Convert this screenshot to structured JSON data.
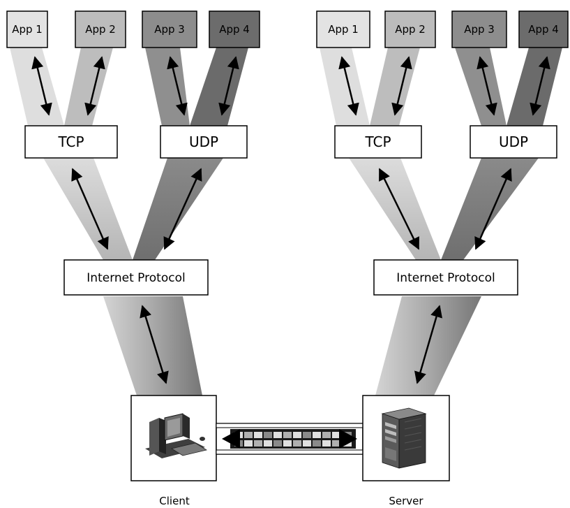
{
  "client": {
    "apps": [
      "App 1",
      "App 2",
      "App 3",
      "App 4"
    ],
    "tcp": "TCP",
    "udp": "UDP",
    "ip": "Internet Protocol",
    "label": "Client"
  },
  "server": {
    "apps": [
      "App 1",
      "App 2",
      "App 3",
      "App 4"
    ],
    "tcp": "TCP",
    "udp": "UDP",
    "ip": "Internet Protocol",
    "label": "Server"
  },
  "colors": {
    "app1": "#e0e0e0",
    "app2": "#b9b9b9",
    "app3": "#8c8c8c",
    "app4": "#6a6a6a",
    "beam_light": "#cfcfcf",
    "beam_dark": "#7a7a7a",
    "box_border": "#000000"
  },
  "icons": {
    "client": "desktop-computer-icon",
    "server": "server-tower-icon",
    "link": "network-cable-icon"
  }
}
